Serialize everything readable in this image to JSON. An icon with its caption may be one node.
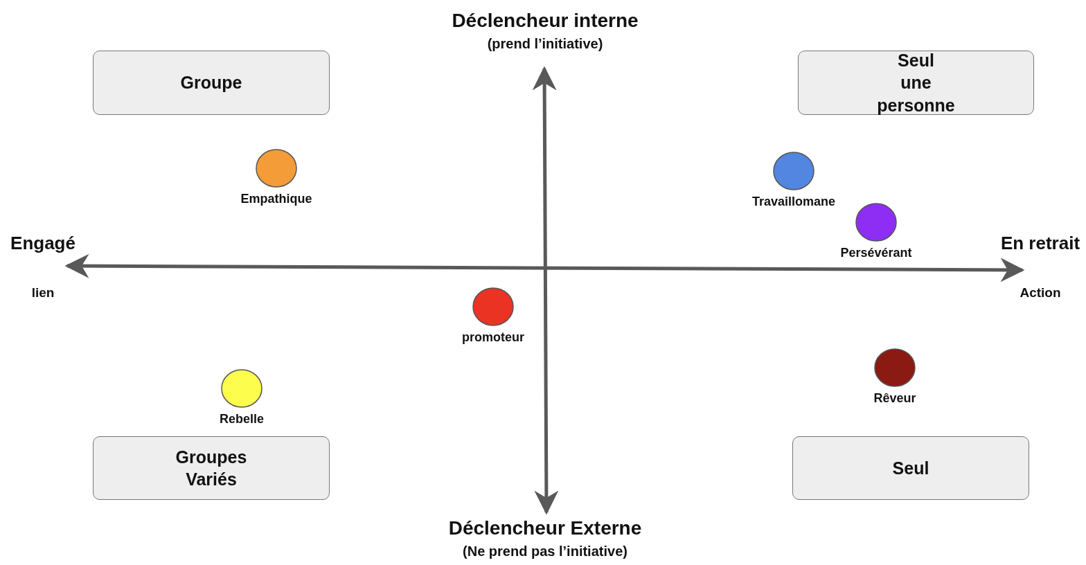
{
  "diagram": {
    "nodes": [
      {
        "text": [
          "Groupe"
        ]
      },
      {
        "text": [
          "Seul",
          "une personne"
        ]
      },
      {
        "text": [
          "Empathique"
        ]
      },
      {
        "text": [
          "Travaillomane"
        ]
      },
      {
        "text": [
          "Persévérant"
        ]
      },
      {
        "text": [
          "promoteur"
        ]
      },
      {
        "text": [
          "Rebelle"
        ]
      },
      {
        "text": [
          "Rêveur"
        ]
      },
      {
        "text": [
          "Groupes Variés"
        ]
      },
      {
        "text": [
          "Seul"
        ]
      }
    ],
    "labels": [
      "Déclencheur interne",
      "(prend l’initiative)",
      "Engagé",
      "En retrait",
      "lien",
      "Action",
      "Déclencheur Externe",
      "(Ne prend pas l’initiative)"
    ]
  }
}
